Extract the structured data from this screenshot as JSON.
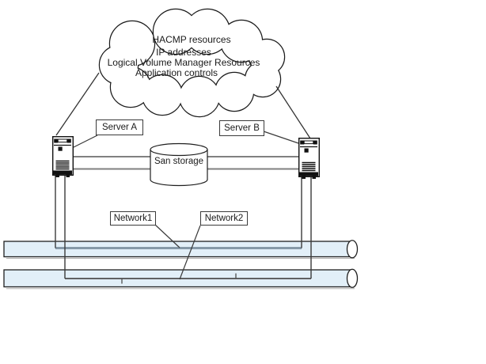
{
  "cloud": {
    "lines": [
      "HACMP resources",
      "IP addresses",
      "Logical Volume Manager Resources",
      "Application controls"
    ]
  },
  "servers": {
    "server_a": "Server A",
    "server_b": "Server B"
  },
  "storage": {
    "san": "San storage"
  },
  "networks": {
    "network1": "Network1",
    "network2": "Network2"
  },
  "colors": {
    "background": "#ffffff",
    "outline": "#1f1f1f",
    "pipe_fill": "#e2eff8",
    "network1_bus": "#8699a8",
    "network2_bus": "#4d4d4d",
    "san_link_gray": "#808080"
  }
}
